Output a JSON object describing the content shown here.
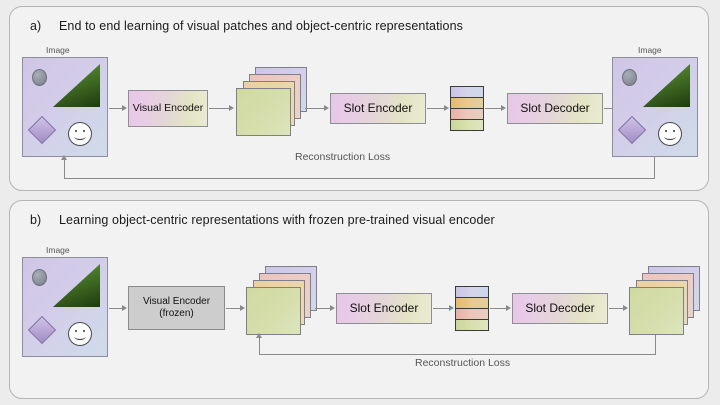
{
  "figure": {
    "background_color": "#ececec",
    "panel_background": "#f2f2f2"
  },
  "panels": [
    {
      "tag": "a)",
      "title": "End to end learning of visual patches and object-centric representations",
      "input_image_caption": "Image",
      "output_image_caption": "Image",
      "encoder_label": "Visual Encoder",
      "slot_encoder_label": "Slot Encoder",
      "slot_decoder_label": "Slot Decoder",
      "loss_label": "Reconstruction Loss",
      "output_kind": "image"
    },
    {
      "tag": "b)",
      "title": "Learning object-centric representations with frozen pre-trained visual encoder",
      "input_image_caption": "Image",
      "encoder_label": "Visual Encoder",
      "encoder_sublabel": "(frozen)",
      "slot_encoder_label": "Slot Encoder",
      "slot_decoder_label": "Slot Decoder",
      "loss_label": "Reconstruction Loss",
      "output_kind": "feature-stack"
    }
  ],
  "palette": {
    "stack_layers": [
      "#cdc6e7",
      "#edc3bc",
      "#edcf9e",
      "#cfda9f"
    ],
    "slot_cells": [
      "#c9c4e4",
      "#e7b96a",
      "#e9b0a6",
      "#c9d79b"
    ],
    "arrow_color": "#8a8a8a",
    "panel_border": "#b4b4b4",
    "frozen_box": "#cdcdcd",
    "triangle_green": "#1d3a0e",
    "diamond_purple": "#9f8cc4",
    "circle_gray": "#8d929d"
  }
}
